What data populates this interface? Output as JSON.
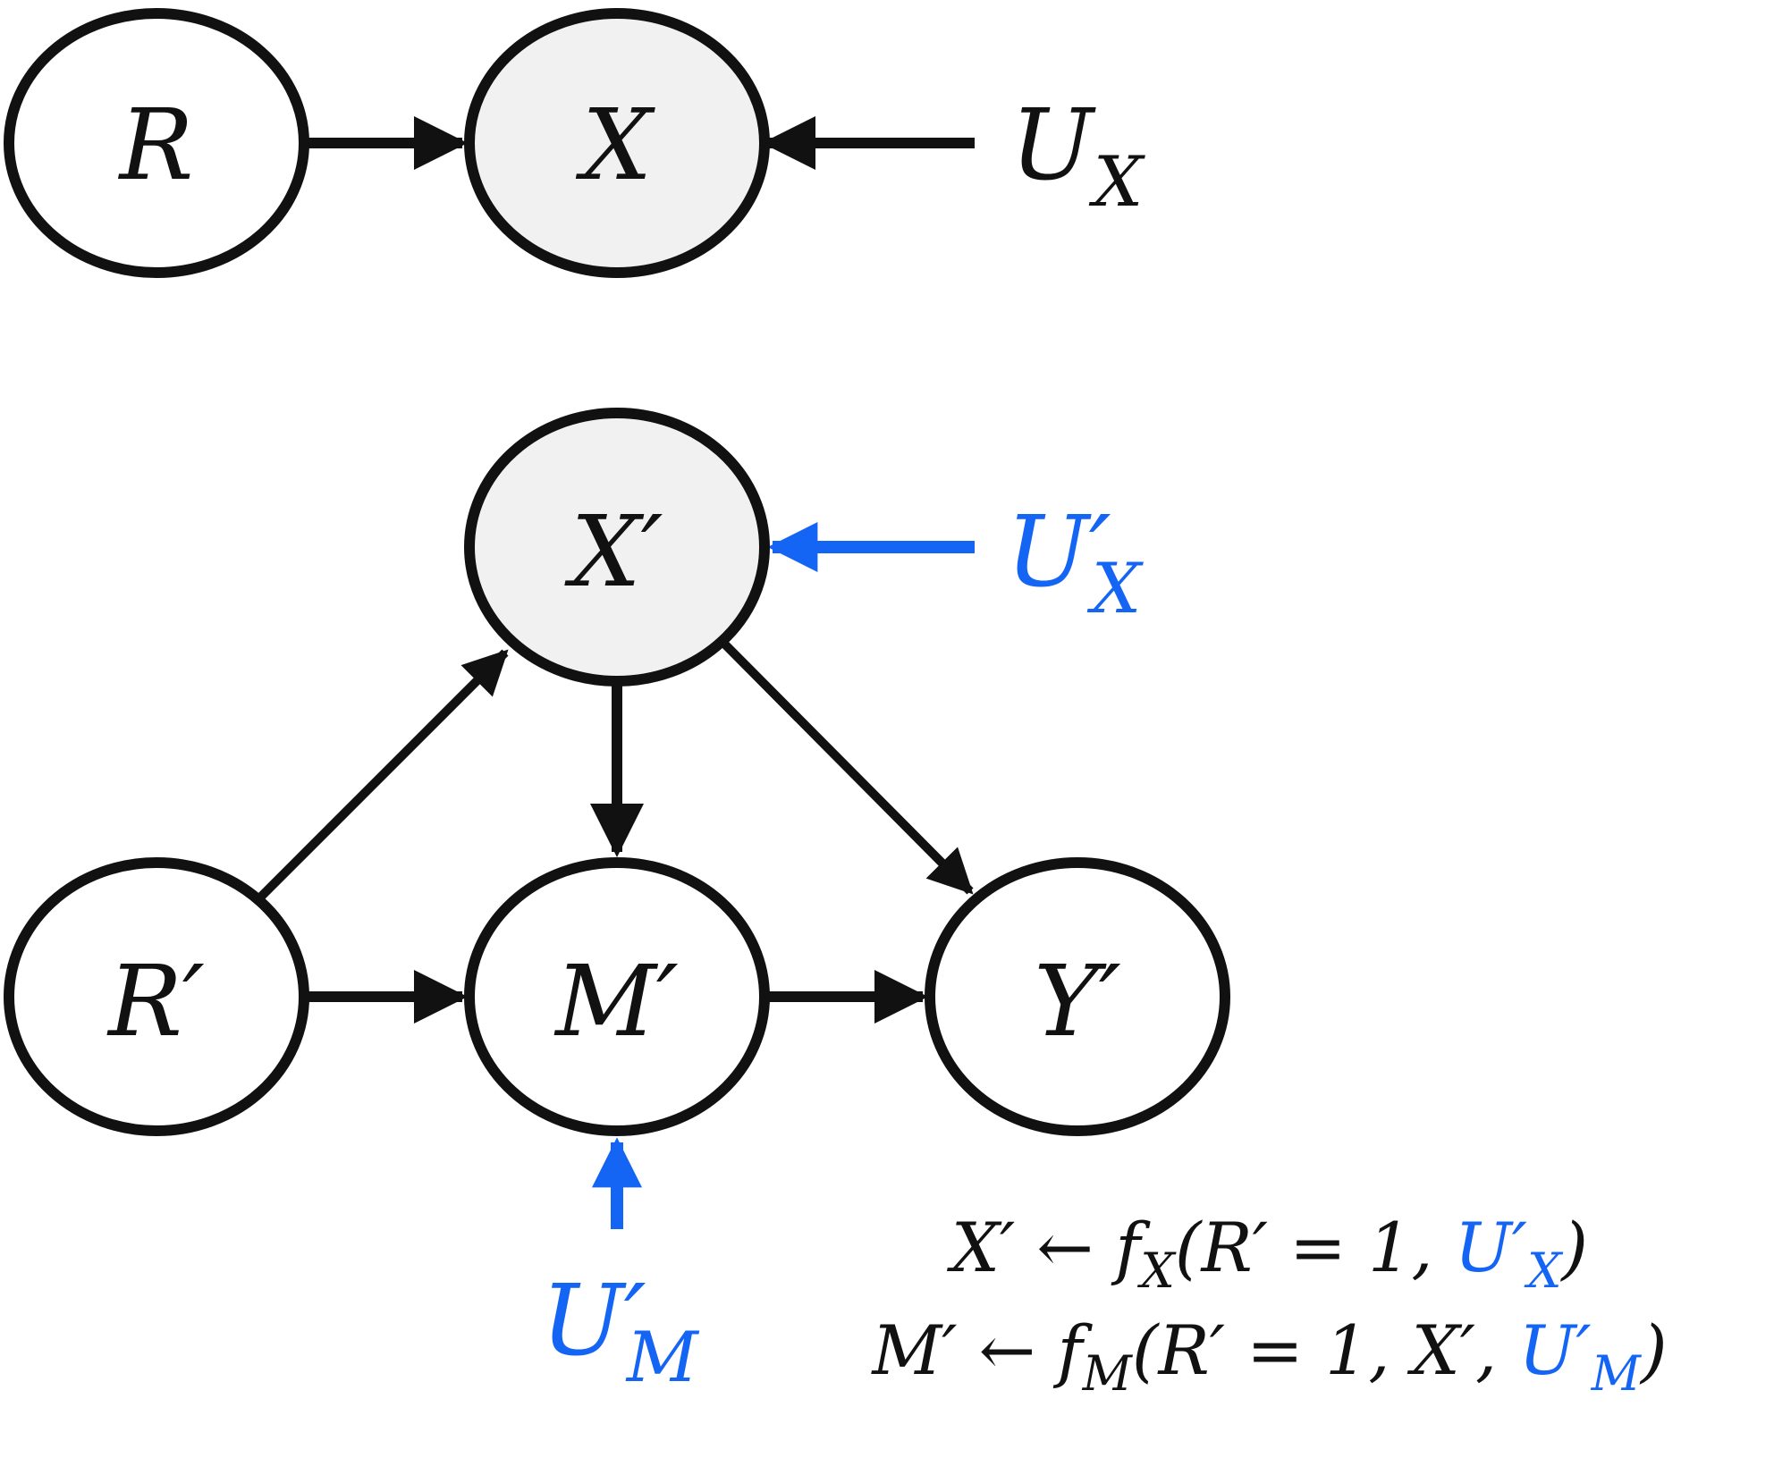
{
  "colors": {
    "ink": "#111111",
    "highlight": "#1565f5",
    "observed_fill": "#f1f1f1",
    "node_fill": "#ffffff"
  },
  "top_graph": {
    "nodes": {
      "R": "R",
      "X": "X"
    },
    "exogenous": {
      "U_X": {
        "main": "U",
        "sub": "X"
      }
    }
  },
  "bottom_graph": {
    "nodes": {
      "X_prime": "X′",
      "R_prime": "R′",
      "M_prime": "M′",
      "Y_prime": "Y′"
    },
    "exogenous": {
      "U_X_prime": {
        "main": "U′",
        "sub": "X"
      },
      "U_M_prime": {
        "main": "U′",
        "sub": "M"
      }
    }
  },
  "equations": {
    "eq1": {
      "lhs": "X′ ← f",
      "f_sub": "X",
      "args": "(R′ = 1, ",
      "u_main": "U′",
      "u_sub": "X",
      "close": ")"
    },
    "eq2": {
      "lhs": "M′ ← f",
      "f_sub": "M",
      "args": "(R′ = 1, X′, ",
      "u_main": "U′",
      "u_sub": "M",
      "close": ")"
    }
  }
}
